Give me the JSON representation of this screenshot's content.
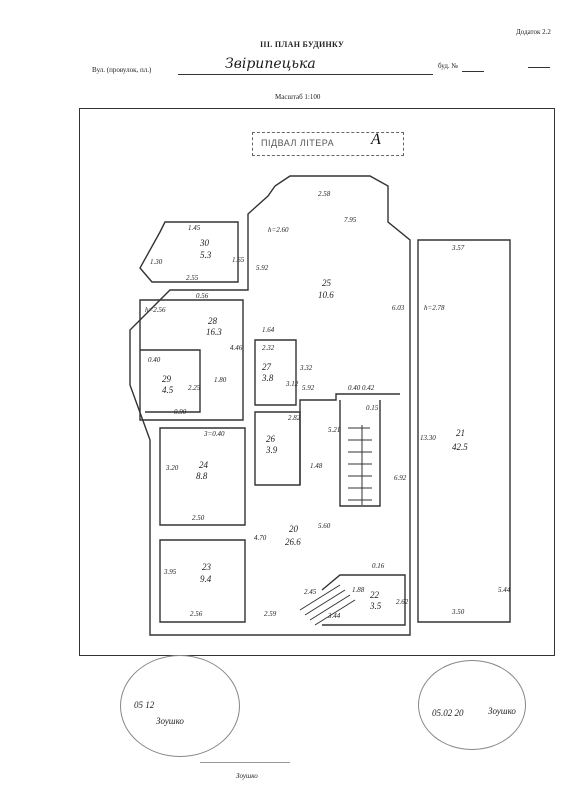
{
  "header": {
    "appendix": "Додаток 2.2",
    "title": "III. ПЛАН БУДИНКУ",
    "street_label": "Вул. (провулок, пл.)",
    "street_value": "Звірипецька",
    "building_label": "буд. №"
  },
  "scale": "Масштаб 1:100",
  "level_stamp": {
    "label": "ПІДВАЛ ЛІТЕРА",
    "number": "А"
  },
  "rooms": [
    {
      "id": "30",
      "area": "5.3"
    },
    {
      "id": "28",
      "area": "16.3"
    },
    {
      "id": "29",
      "area": "4.5"
    },
    {
      "id": "25",
      "area": "10.6"
    },
    {
      "id": "27",
      "area": "3.8"
    },
    {
      "id": "26",
      "area": "3.9"
    },
    {
      "id": "24",
      "area": "8.8"
    },
    {
      "id": "23",
      "area": "9.4"
    },
    {
      "id": "20",
      "area": "26.6"
    },
    {
      "id": "22",
      "area": "3.5"
    },
    {
      "id": "21",
      "area": "42.5"
    }
  ],
  "dimensions": [
    "1.45",
    "2.55",
    "1.30",
    "1.65",
    "5.92",
    "2.58",
    "h=2.60",
    "7.95",
    "6.03",
    "0.56",
    "h=2.56",
    "4.46",
    "0.40",
    "2.25",
    "0.90",
    "1.80",
    "2.32",
    "3.12",
    "1.64",
    "3.32",
    "0.40",
    "2.82",
    "0.42",
    "0.15",
    "5.21",
    "1.48",
    "5.92",
    "3=0.40",
    "3.20",
    "2.50",
    "4.70",
    "5.60",
    "6.92",
    "3.57",
    "h=2.78",
    "13.30",
    "5.44",
    "3.95",
    "2.56",
    "2.59",
    "0.16",
    "2.45",
    "1.88",
    "3.44",
    "2.62",
    "3.50"
  ],
  "signatures": {
    "left_date": "05 12",
    "left_sig": "Зоушко",
    "right_date": "05.02 20",
    "right_sig": "Зоушко",
    "bottom": "Зоушко"
  }
}
